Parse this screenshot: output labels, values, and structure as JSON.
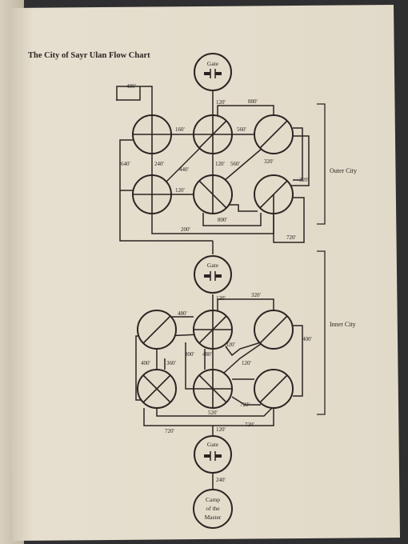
{
  "title": "The City of Sayr Ulan Flow Chart",
  "labels": {
    "gate": "Gate",
    "camp": [
      "Camp",
      "of the",
      "Master"
    ],
    "outer_city": "Outer City",
    "inner_city": "Inner City"
  },
  "distances": {
    "d480_top": "480'",
    "d120_gate_top": "120'",
    "d880": "880'",
    "d160": "160'",
    "d560_a": "560'",
    "d640": "640'",
    "d240_a": "240'",
    "d440": "440'",
    "d120_b": "120'",
    "d560_b": "560'",
    "d320_a": "320'",
    "d320_b": "320'",
    "d120_c": "120'",
    "d800_a": "800'",
    "d200": "200'",
    "d720_a": "720'",
    "d120_gate_mid": "120'",
    "d320_c": "320'",
    "d480_mid": "480'",
    "d400_right": "400'",
    "d800_b": "800'",
    "d480_b": "480'",
    "d320_d": "320'",
    "d400_left": "400'",
    "d360": "360'",
    "d120_e": "120'",
    "d720_b": "720'",
    "d520": "520'",
    "d720_c": "720'",
    "d120_gate_bot": "120'",
    "d720_d": "720'",
    "d240_b": "240'"
  },
  "colors": {
    "page": "#e4dccb",
    "ink": "#2a2522",
    "background": "#2f2e30"
  }
}
